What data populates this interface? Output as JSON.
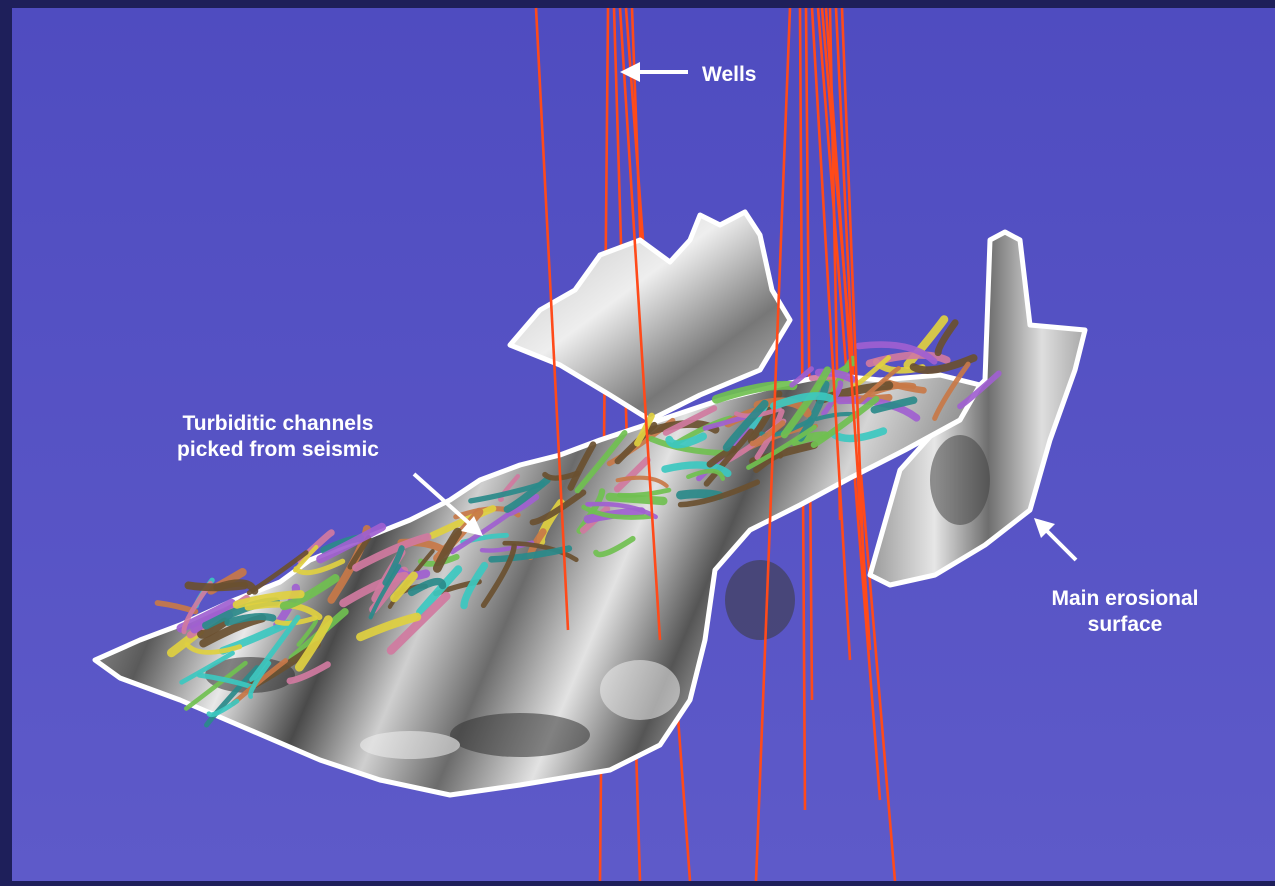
{
  "figure": {
    "labels": {
      "wells": "Wells",
      "channels": "Turbiditic channels\npicked from seismic",
      "surface": "Main erosional\nsurface"
    }
  },
  "colors": {
    "frame": "#1e1f5a",
    "background": "#5a56c4",
    "well": "#ff4a1a",
    "surface_light": "#f2f2f2",
    "surface_dark": "#3a3a3a",
    "channels": [
      "#3cc8c0",
      "#a060d0",
      "#e0d040",
      "#c87848",
      "#70c050",
      "#2a8a8a",
      "#d07aa0",
      "#6a5030"
    ]
  }
}
